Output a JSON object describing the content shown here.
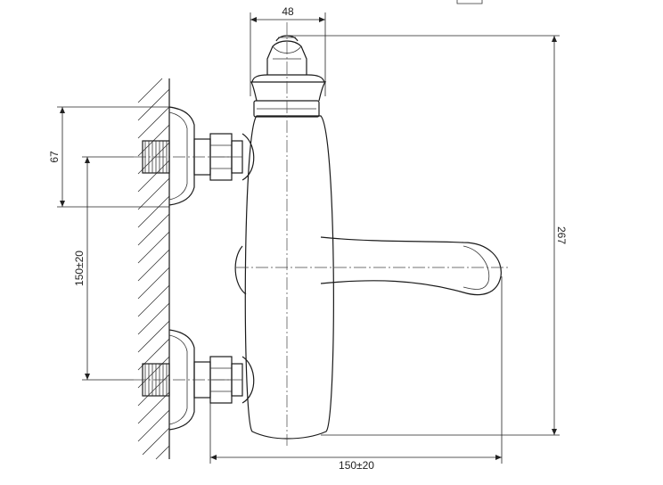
{
  "dimensions": {
    "top_width": "48",
    "total_height": "267",
    "inlet_offset": "67",
    "inlet_spacing": "150±20",
    "bottom_spacing": "150±20"
  }
}
